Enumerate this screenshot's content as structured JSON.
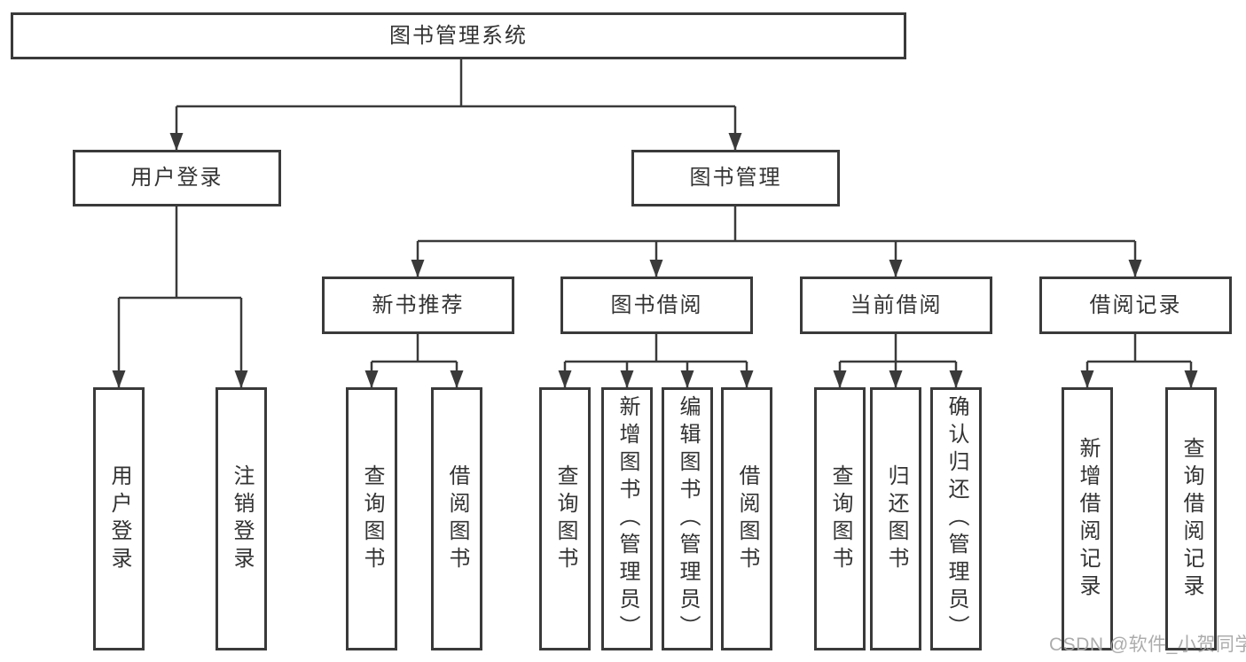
{
  "nodes": {
    "root": {
      "label": "图书管理系统"
    },
    "level2": [
      {
        "label": "用户登录"
      },
      {
        "label": "图书管理"
      }
    ],
    "level3": [
      {
        "label": "新书推荐"
      },
      {
        "label": "图书借阅"
      },
      {
        "label": "当前借阅"
      },
      {
        "label": "借阅记录"
      }
    ],
    "leaves": [
      {
        "label": "用户登录"
      },
      {
        "label": "注销登录"
      },
      {
        "label": "查询图书"
      },
      {
        "label": "借阅图书"
      },
      {
        "label": "查询图书"
      },
      {
        "label": "新增图书（管理员）"
      },
      {
        "label": "编辑图书（管理员）"
      },
      {
        "label": "借阅图书"
      },
      {
        "label": "查询图书"
      },
      {
        "label": "归还图书"
      },
      {
        "label": "确认归还（管理员）"
      },
      {
        "label": "新增借阅记录"
      },
      {
        "label": "查询借阅记录"
      }
    ]
  },
  "watermark": {
    "text": "CSDN @软件_小贺同学"
  },
  "colors": {
    "line": "#3a3a3a",
    "box_border": "#3a3a3a",
    "text": "#333333",
    "watermark": "#a6a6a6",
    "background": "#ffffff"
  }
}
